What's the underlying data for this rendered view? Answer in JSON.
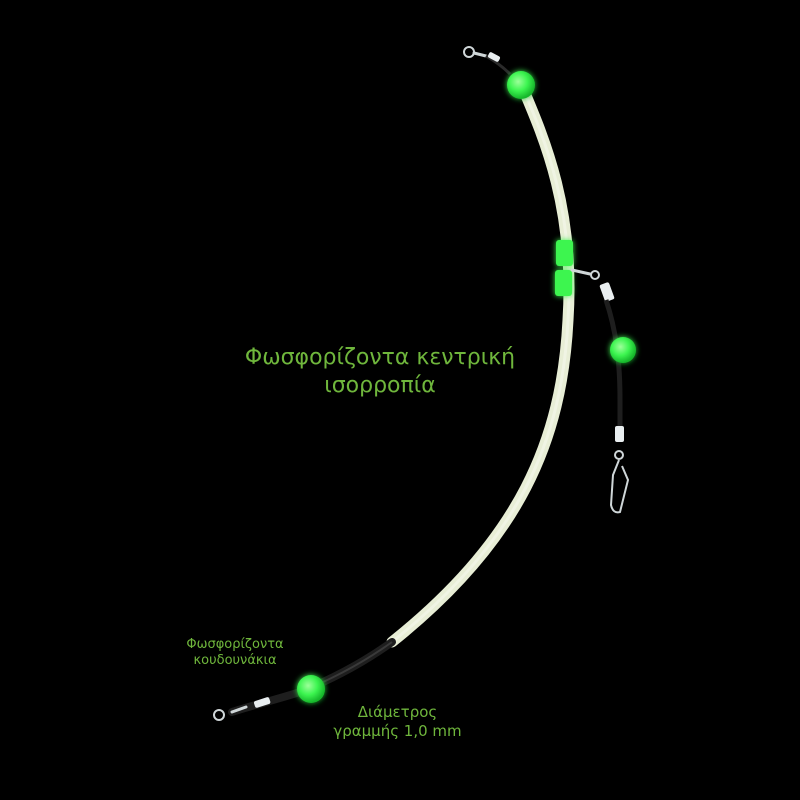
{
  "labels": {
    "center_balance": {
      "line1": "Φωσφορίζοντα κεντρική",
      "line2": "ισορροπία"
    },
    "glow_bells": {
      "line1": "Φωσφορίζοντα",
      "line2": "κουδουνάκια"
    },
    "line_diameter": {
      "line1": "Διάμετρος",
      "line2": "γραμμής 1,0 mm"
    }
  },
  "colors": {
    "background": "#000000",
    "label_text": "#6fb63c",
    "glow_bead": "#3cf550",
    "rod": "#e8eed6",
    "line": "#1a1a1a"
  }
}
